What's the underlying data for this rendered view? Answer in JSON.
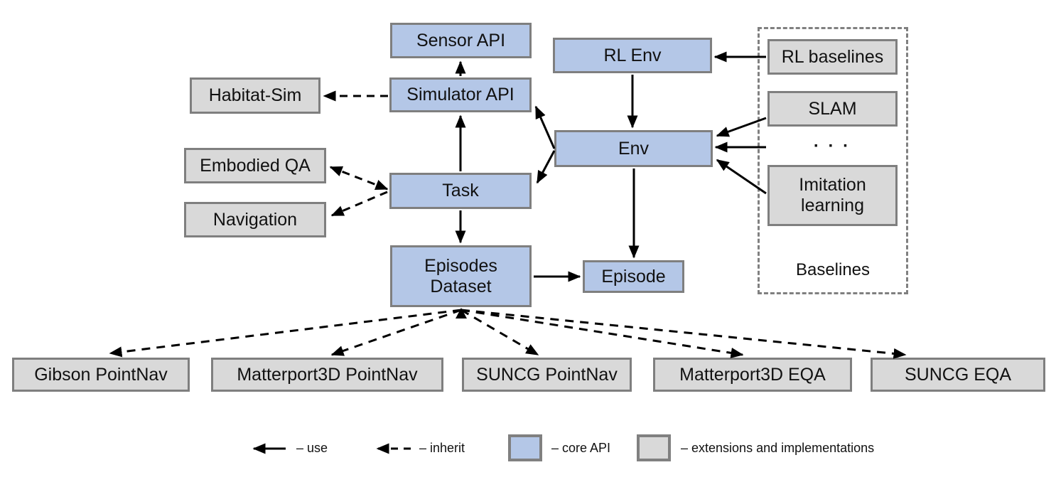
{
  "colors": {
    "core_api_fill": "#b4c7e7",
    "extension_fill": "#d9d9d9",
    "box_border": "#7f7f7f",
    "container_border": "#808080",
    "arrow": "#000000"
  },
  "nodes": {
    "sensor_api": "Sensor API",
    "simulator_api": "Simulator API",
    "habitat_sim": "Habitat-Sim",
    "rl_env": "RL Env",
    "rl_baselines": "RL baselines",
    "slam": "SLAM",
    "env": "Env",
    "embodied_qa": "Embodied QA",
    "navigation": "Navigation",
    "task": "Task",
    "imitation_learning": "Imitation learning",
    "episodes_dataset": "Episodes Dataset",
    "episode": "Episode",
    "dots": "· · ·",
    "baselines_group": "Baselines"
  },
  "datasets": [
    "Gibson PointNav",
    "Matterport3D PointNav",
    "SUNCG PointNav",
    "Matterport3D EQA",
    "SUNCG EQA"
  ],
  "legend": {
    "use": "– use",
    "inherit": "– inherit",
    "core_api": "– core API",
    "extensions": "– extensions and implementations"
  }
}
